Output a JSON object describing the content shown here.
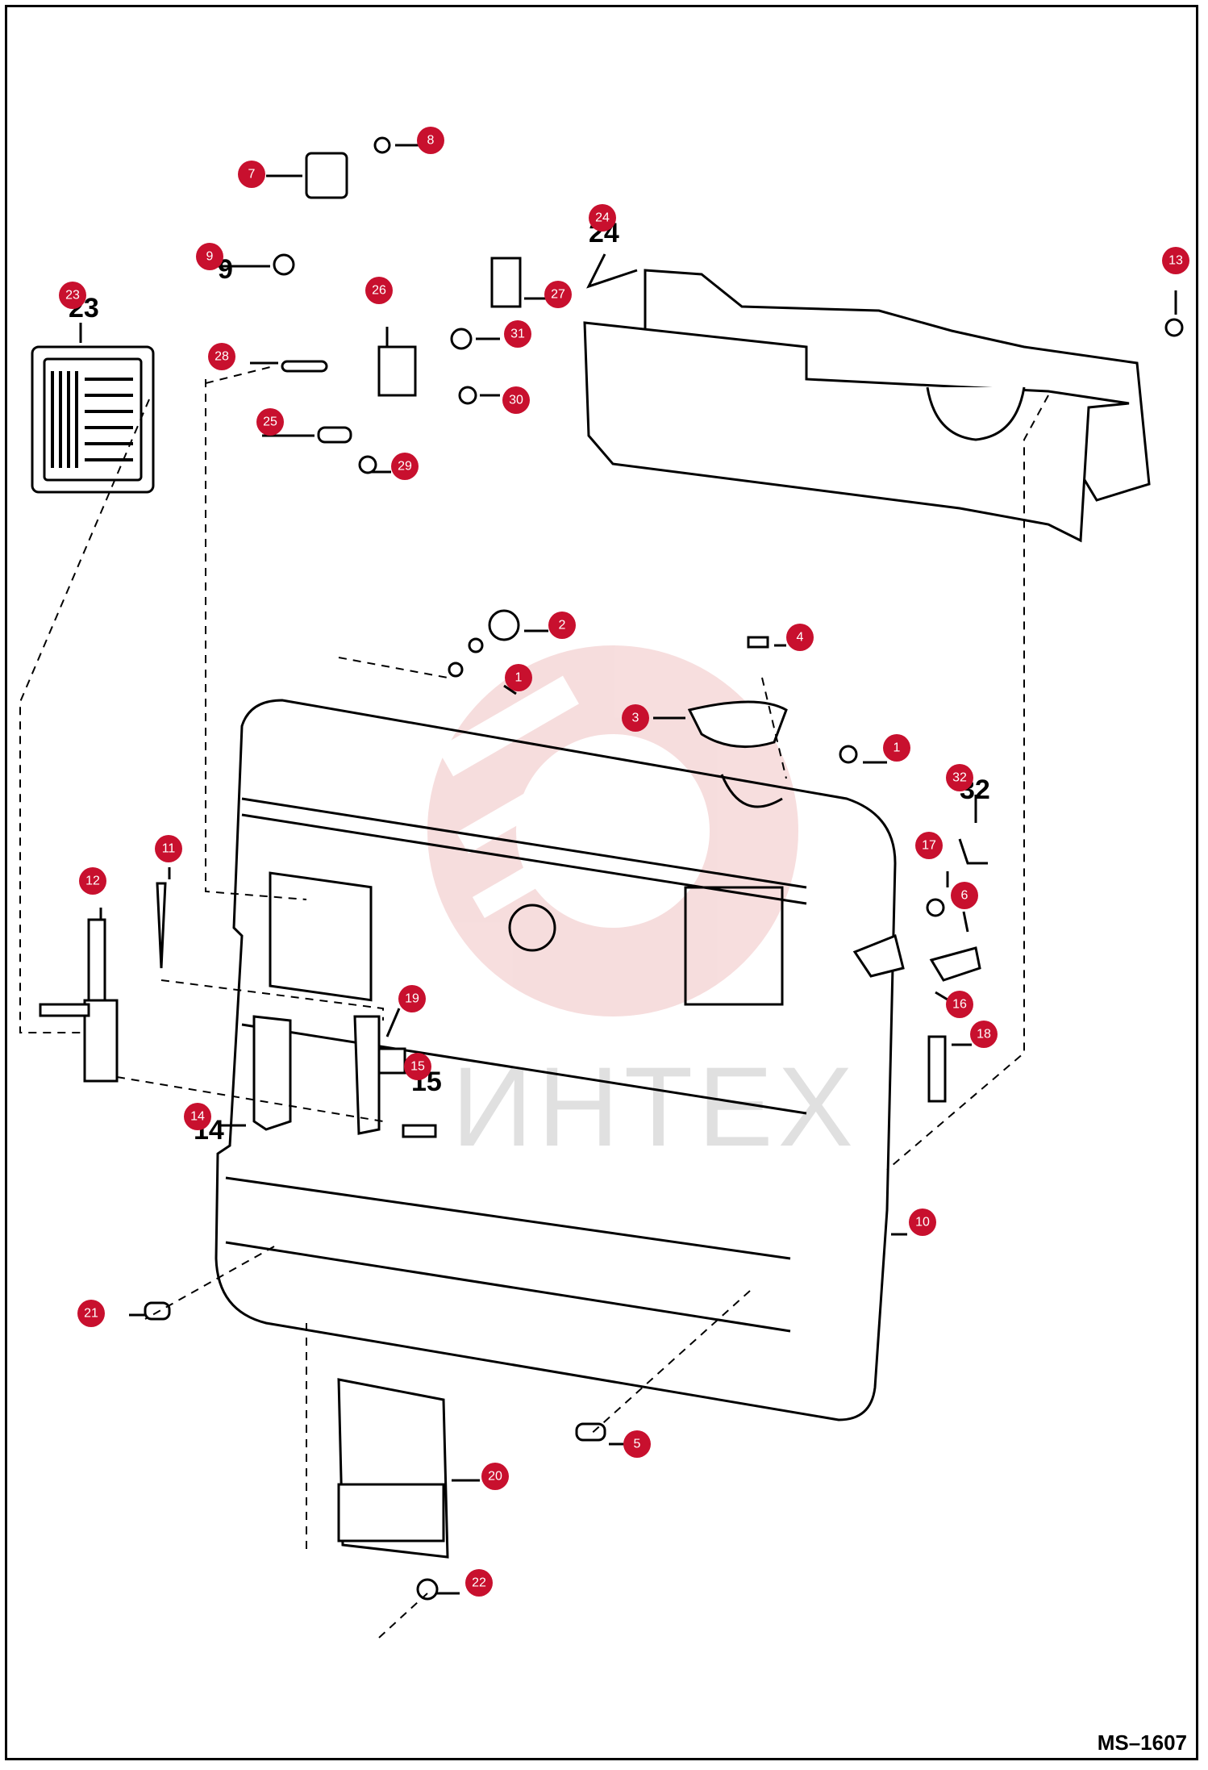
{
  "figure": {
    "code": "MS–1607"
  },
  "watermark": {
    "text": "ИНТЕХ",
    "color": "#e8a0a0"
  },
  "colors": {
    "callout": "#c8102e",
    "line": "#000000"
  },
  "callouts": [
    {
      "id": "c7",
      "label": "7"
    },
    {
      "id": "c8",
      "label": "8"
    },
    {
      "id": "c9",
      "label": "9"
    },
    {
      "id": "c23",
      "label": "23"
    },
    {
      "id": "c26",
      "label": "26"
    },
    {
      "id": "c27",
      "label": "27"
    },
    {
      "id": "c28",
      "label": "28"
    },
    {
      "id": "c31",
      "label": "31"
    },
    {
      "id": "c30",
      "label": "30"
    },
    {
      "id": "c25",
      "label": "25"
    },
    {
      "id": "c29",
      "label": "29"
    },
    {
      "id": "c24",
      "label": "24"
    },
    {
      "id": "c13",
      "label": "13"
    },
    {
      "id": "c2",
      "label": "2"
    },
    {
      "id": "c4",
      "label": "4"
    },
    {
      "id": "c1a",
      "label": "1"
    },
    {
      "id": "c3",
      "label": "3"
    },
    {
      "id": "c1b",
      "label": "1"
    },
    {
      "id": "c32",
      "label": "32"
    },
    {
      "id": "c17",
      "label": "17"
    },
    {
      "id": "c6",
      "label": "6"
    },
    {
      "id": "c11",
      "label": "11"
    },
    {
      "id": "c12",
      "label": "12"
    },
    {
      "id": "c19",
      "label": "19"
    },
    {
      "id": "c15",
      "label": "15"
    },
    {
      "id": "c16",
      "label": "16"
    },
    {
      "id": "c18",
      "label": "18"
    },
    {
      "id": "c14",
      "label": "14"
    },
    {
      "id": "c10",
      "label": "10"
    },
    {
      "id": "c21",
      "label": "21"
    },
    {
      "id": "c5",
      "label": "5"
    },
    {
      "id": "c20",
      "label": "20"
    },
    {
      "id": "c22",
      "label": "22"
    }
  ],
  "printed_numbers": [
    {
      "id": "p23",
      "label": "23"
    },
    {
      "id": "p24",
      "label": "24"
    },
    {
      "id": "p32",
      "label": "32"
    },
    {
      "id": "p9",
      "label": "9"
    },
    {
      "id": "p14",
      "label": "14"
    },
    {
      "id": "p15",
      "label": "15"
    }
  ]
}
